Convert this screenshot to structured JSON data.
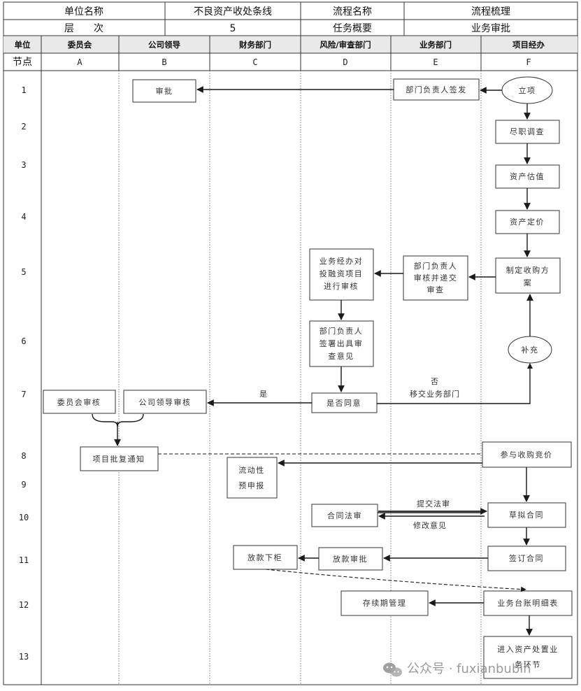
{
  "header": {
    "unit_name_label": "单位名称",
    "unit_name_value": "不良资产收处条线",
    "process_name_label": "流程名称",
    "process_name_value": "流程梳理",
    "level_label": "层　　次",
    "level_value": "5",
    "task_label": "任务概要",
    "task_value": "业务审批"
  },
  "columns": {
    "unit_label": "单位",
    "node_label": "节点",
    "list": [
      {
        "title": "委员会",
        "letter": "A"
      },
      {
        "title": "公司领导",
        "letter": "B"
      },
      {
        "title": "财务部门",
        "letter": "C"
      },
      {
        "title": "风险/审查部门",
        "letter": "D"
      },
      {
        "title": "业务部门",
        "letter": "E"
      },
      {
        "title": "项目经办",
        "letter": "F"
      }
    ]
  },
  "rows": [
    "1",
    "2",
    "3",
    "4",
    "5",
    "6",
    "7",
    "8",
    "9",
    "10",
    "11",
    "12",
    "13"
  ],
  "nodes": {
    "start": "立项",
    "due_diligence": "尽职调查",
    "asset_valuation": "资产估值",
    "asset_pricing": "资产定价",
    "acquisition_plan": [
      "制定收购方",
      "案"
    ],
    "supplement": "补充",
    "dept_head_sign": "部门负责人签发",
    "approve": "审批",
    "dept_review_submit": [
      "部门负责人",
      "审核并递交",
      "审查"
    ],
    "handler_review": [
      "业务经办对",
      "投融资项目",
      "进行审核"
    ],
    "dept_head_opinion": [
      "部门负责人",
      "签署出具审",
      "查意见"
    ],
    "agree_decision": "是否同意",
    "leader_review": "公司领导审核",
    "committee_review": "委员会审核",
    "approval_notice": "项目批复通知",
    "bid": "参与收购竞价",
    "liquidity_report": [
      "流动性",
      "预申报"
    ],
    "draft_contract": "草拟合同",
    "legal_review": "合同法审",
    "sign_contract": "签订合同",
    "loan_approval": "放款审批",
    "loan_disburse": "放款下柜",
    "ledger": "业务台账明细表",
    "duration_mgmt": "存续期管理",
    "disposal": [
      "进入资产处置业",
      "务环节"
    ]
  },
  "labels": {
    "yes": "是",
    "no": "否",
    "transfer_back": "移交业务部门",
    "submit_legal": "提交法审",
    "revise_opinion": "修改意见"
  },
  "watermark": "公众号 · fuxianbubin"
}
